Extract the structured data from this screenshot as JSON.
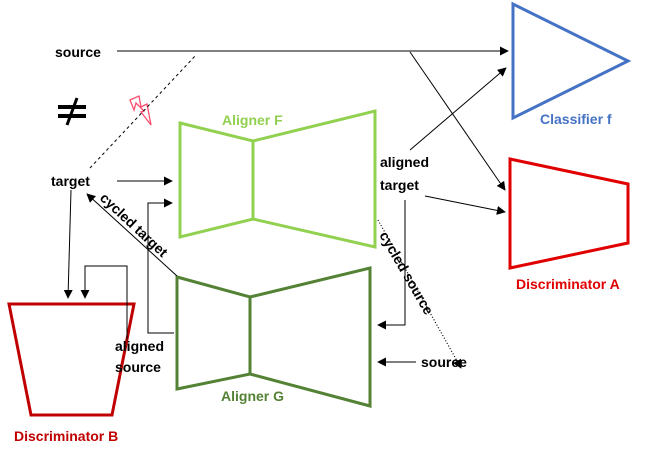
{
  "labels": {
    "source_top": "source",
    "target": "target",
    "aligner_f": "Aligner F",
    "aligner_g": "Aligner G",
    "classifier_f": "Classifier f",
    "discriminator_a": "Discriminator A",
    "discriminator_b": "Discriminator B",
    "aligned_target_line1": "aligned",
    "aligned_target_line2": "target",
    "aligned_source_line1": "aligned",
    "aligned_source_line2": "source",
    "cycled_target": "cycled target",
    "cycled_source": "cycled source",
    "source_bottom": "source"
  },
  "colors": {
    "aligner_f": "#92d050",
    "aligner_g": "#548235",
    "classifier": "#4472c4",
    "discriminator_a": "#e00000",
    "discriminator_b": "#c00000",
    "lightning": "#ff4d6d"
  },
  "icons": {
    "not_equal": "not-equal-icon",
    "lightning": "lightning-icon"
  }
}
